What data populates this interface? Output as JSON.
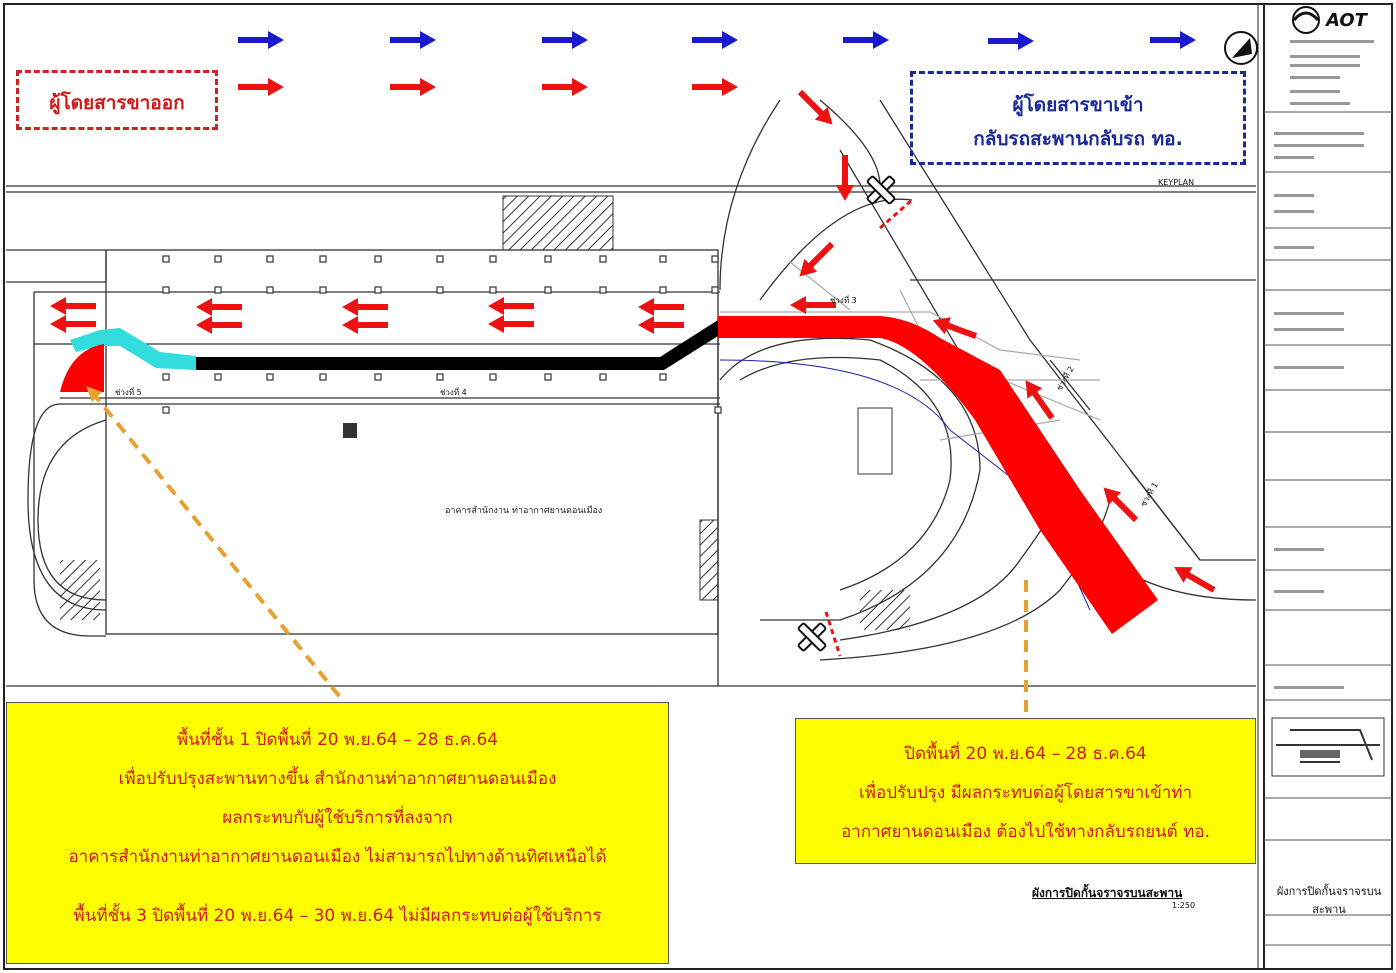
{
  "labels": {
    "departing": "ผู้โดยสารขาออก",
    "arriving_line1": "ผู้โดยสารขาเข้า",
    "arriving_line2": "กลับรถสะพานกลับรถ ทอ."
  },
  "notes": {
    "left": {
      "line1": "พื้นที่ชั้น 1 ปิดพื้นที่ 20 พ.ย.64 – 28 ธ.ค.64",
      "line2": "เพื่อปรับปรุงสะพานทางขึ้น สำนักงานท่าอากาศยานดอนเมือง",
      "line3": "ผลกระทบกับผู้ใช้บริการที่ลงจาก",
      "line4": "อาคารสำนักงานท่าอากาศยานดอนเมือง ไม่สามารถไปทางด้านทิศเหนือได้",
      "line5": "พื้นที่ชั้น 3 ปิดพื้นที่ 20 พ.ย.64 – 30 พ.ย.64 ไม่มีผลกระทบต่อผู้ใช้บริการ"
    },
    "right": {
      "line1": "ปิดพื้นที่ 20 พ.ย.64 – 28 ธ.ค.64",
      "line2": "เพื่อปรับปรุง มีผลกระทบต่อผู้โดยสารขาเข้าท่า",
      "line3": "อากาศยานดอนเมือง ต้องไปใช้ทางกลับรถยนต์ ทอ."
    }
  },
  "plan": {
    "title": "ผังการปิดกั้นจราจรบนสะพาน",
    "scale": "1:250",
    "building_label": "อาคารสำนักงาน ท่าอากาศยานดอนเมือง",
    "keyplan": "KEYPLAN",
    "zones": {
      "z1": "ช่วงที่ 1",
      "z2": "ช่วงที่ 2",
      "z3": "ช่วงที่ 3",
      "z4": "ช่วงที่ 4",
      "z5": "ช่วงที่ 5"
    }
  },
  "title_block": {
    "logo": "AOT",
    "bottom_title": "ผังการปิดกั้นจราจรบนสะพาน"
  },
  "colors": {
    "closure_red": "#ff0000",
    "arrow_blue": "#1a1acc",
    "arrow_red": "#ee1111",
    "cyan_path": "#33dddd",
    "note_yellow": "#ffff00",
    "leader_orange": "#e8a030"
  }
}
